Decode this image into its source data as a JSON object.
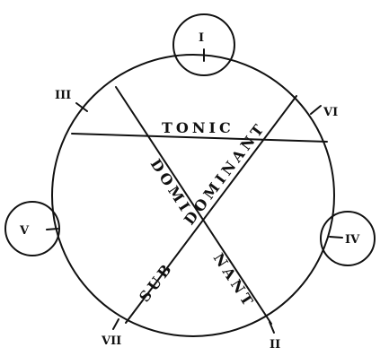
{
  "degrees": {
    "one": "I",
    "three": "III",
    "four": "IV",
    "five": "V",
    "six": "VI",
    "seven": "VII",
    "two": "II"
  },
  "functions": {
    "tonic": "TONIC",
    "dominant_top": "DOMI",
    "dominant_bottom": "NANT",
    "subdominant_top": "SUB",
    "subdominant_bottom": "DOMINANT"
  },
  "colors": {
    "ink": "#111111",
    "paper": "#ffffff"
  }
}
